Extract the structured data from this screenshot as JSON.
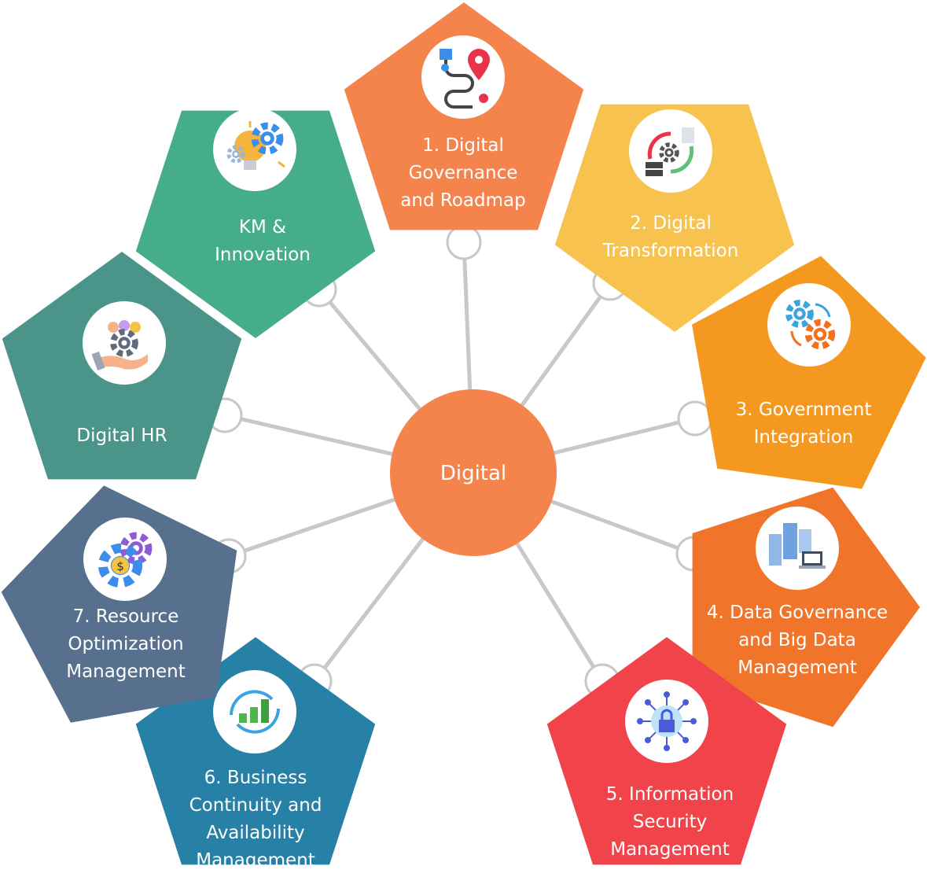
{
  "center": {
    "label": "Digital",
    "color": "#F5844C"
  },
  "connector_color": "#C8C8C8",
  "nodes": [
    {
      "id": "digital-governance",
      "lines": [
        "1. Digital",
        "Governance",
        "and Roadmap"
      ],
      "color": "#F5844C",
      "icon": "roadmap-pin-icon"
    },
    {
      "id": "digital-transformation",
      "lines": [
        "2. Digital",
        "Transformation"
      ],
      "color": "#F8C24E",
      "icon": "transformation-cycle-icon"
    },
    {
      "id": "government-integration",
      "lines": [
        "3. Government",
        "Integration"
      ],
      "color": "#F5981F",
      "icon": "gears-integration-icon"
    },
    {
      "id": "data-governance",
      "lines": [
        "4. Data Governance",
        "and Big Data",
        "Management"
      ],
      "color": "#F0752B",
      "icon": "servers-laptop-icon"
    },
    {
      "id": "information-security",
      "lines": [
        "5. Information",
        "Security",
        "Management"
      ],
      "color": "#F1444A",
      "icon": "security-lock-icon"
    },
    {
      "id": "business-continuity",
      "lines": [
        "6. Business",
        "Continuity and",
        "Availability",
        "Management"
      ],
      "color": "#2780A5",
      "icon": "growth-cycle-icon"
    },
    {
      "id": "resource-optimization",
      "lines": [
        "7. Resource",
        "Optimization",
        "Management"
      ],
      "color": "#56708D",
      "icon": "money-gears-icon"
    },
    {
      "id": "digital-hr",
      "lines": [
        "Digital HR"
      ],
      "color": "#4B9489",
      "icon": "people-hand-icon"
    },
    {
      "id": "km-innovation",
      "lines": [
        "KM &",
        "Innovation"
      ],
      "color": "#45AC8C",
      "icon": "lightbulb-gear-icon"
    }
  ]
}
